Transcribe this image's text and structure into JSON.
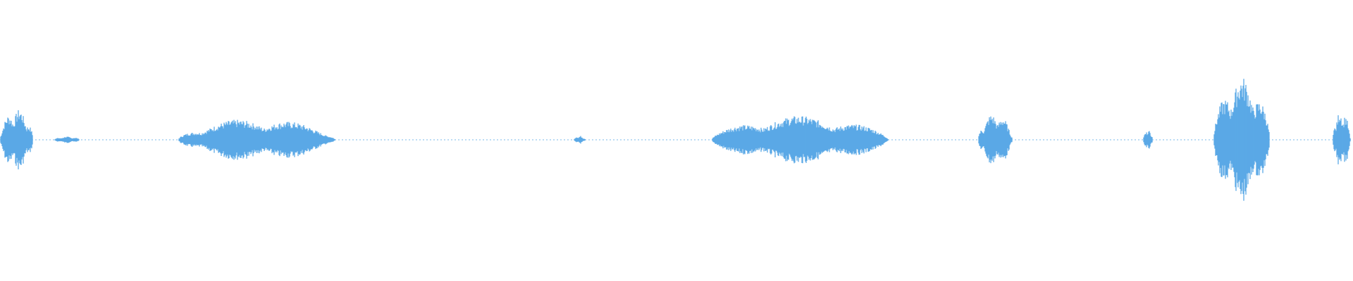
{
  "waveform": {
    "color": "#5aa9e6",
    "background": "#ffffff",
    "segments": [
      {
        "start": 0.0,
        "end": 0.028,
        "peak": 0.47
      },
      {
        "start": 0.04,
        "end": 0.062,
        "peak": 0.05
      },
      {
        "start": 0.132,
        "end": 0.265,
        "peak": 0.32
      },
      {
        "start": 0.424,
        "end": 0.434,
        "peak": 0.06
      },
      {
        "start": 0.526,
        "end": 0.676,
        "peak": 0.36
      },
      {
        "start": 0.723,
        "end": 0.752,
        "peak": 0.4
      },
      {
        "start": 0.845,
        "end": 0.853,
        "peak": 0.16
      },
      {
        "start": 0.897,
        "end": 0.945,
        "peak": 0.95
      },
      {
        "start": 0.985,
        "end": 1.0,
        "peak": 0.45
      }
    ]
  }
}
